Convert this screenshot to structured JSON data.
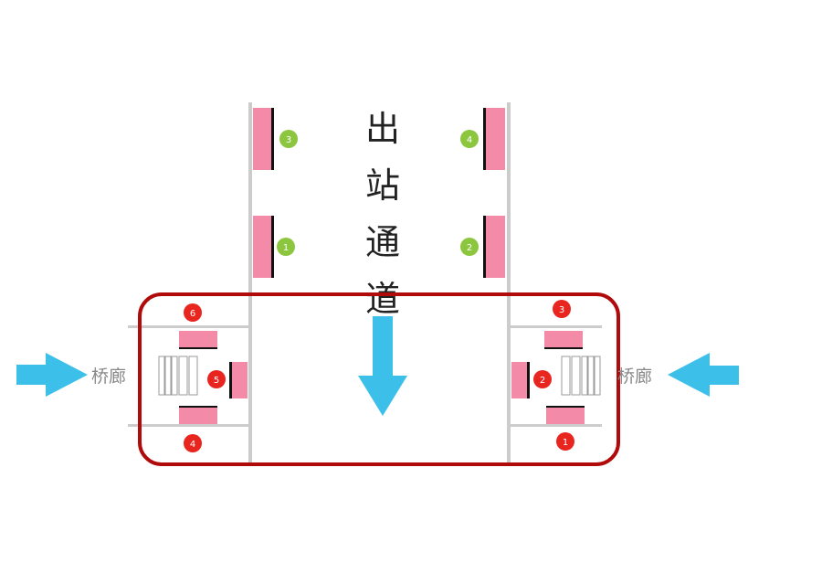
{
  "title": {
    "char1": "出",
    "char2": "站",
    "char3": "通",
    "char4": "道"
  },
  "side_labels": {
    "left": "桥廊",
    "right": "桥廊"
  },
  "badges": {
    "corridor_left_upper": "3",
    "corridor_left_lower": "1",
    "corridor_right_upper": "4",
    "corridor_right_lower": "2",
    "west_top": "6",
    "west_middle": "5",
    "west_bottom": "4",
    "east_top": "3",
    "east_middle": "2",
    "east_bottom": "1"
  },
  "colors": {
    "wall": "#cccccc",
    "panel": "#f28aa8",
    "green_badge": "#8cc63f",
    "red_badge": "#e8251f",
    "highlight_border": "#b00a0a",
    "arrow": "#3cc0ea"
  }
}
